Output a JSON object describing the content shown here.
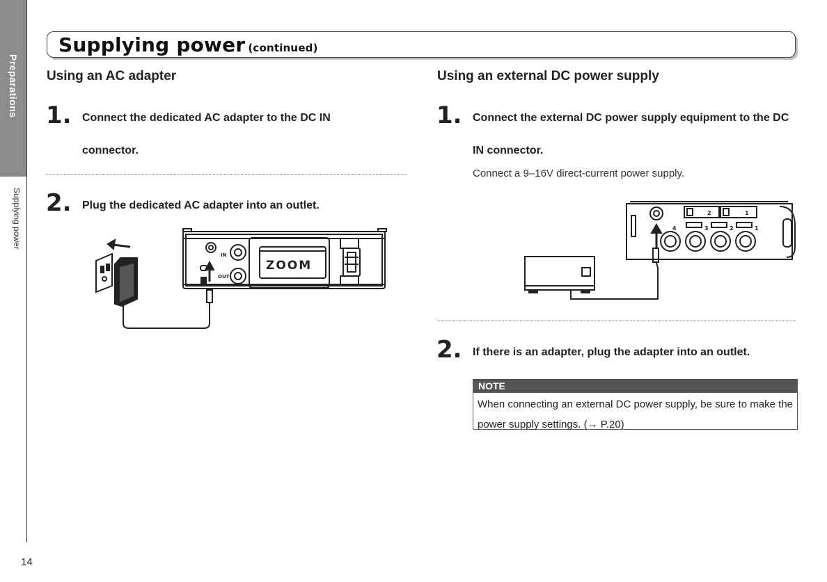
{
  "sidebar": {
    "tab_label": "Preparations",
    "sub_label": "Supplying power"
  },
  "page_number": "14",
  "title": {
    "main": "Supplying power",
    "sub": "(continued)"
  },
  "left": {
    "heading": "Using an AC adapter",
    "steps": [
      {
        "num": "1.",
        "text": "Connect the dedicated AC adapter to the DC IN connector."
      },
      {
        "num": "2.",
        "text": "Plug the dedicated AC adapter into an outlet."
      }
    ]
  },
  "right": {
    "heading": "Using an external DC power supply",
    "steps": [
      {
        "num": "1.",
        "text": "Connect the external DC power supply equipment to the DC IN connector.",
        "sub": "Connect a 9–16V direct-current power supply."
      },
      {
        "num": "2.",
        "text": "If there is an adapter, plug the adapter into an outlet."
      }
    ]
  },
  "note": {
    "label": "NOTE",
    "text": "When connecting an external DC power supply, be sure to make the power supply settings. (→ P.20)"
  },
  "illustration": {
    "logo": "ZOOM",
    "labels": {
      "in": "IN",
      "out": "OUT",
      "slot2": "2",
      "slot1": "1",
      "ch4": "4",
      "ch3": "3",
      "ch2": "2",
      "ch1": "1"
    }
  },
  "colors": {
    "sidebar_tab": "#8c8c8c",
    "note_header": "#555555"
  }
}
